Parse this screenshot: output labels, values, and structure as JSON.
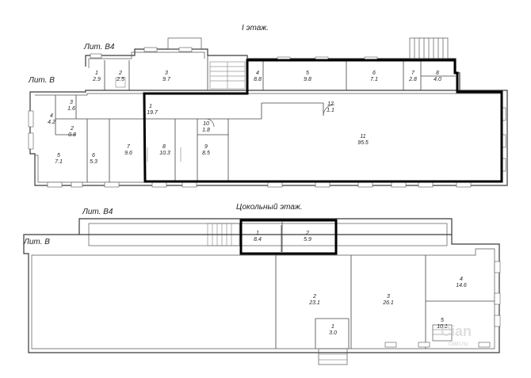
{
  "labels": {
    "first_floor": "I этаж.",
    "basement": "Цокольный этаж.",
    "lit_v4_top": "Лит. В4",
    "lit_v_top": "Лит. В",
    "lit_v4_bottom": "Лит. В4",
    "lit_v_bottom": "Лит. В"
  },
  "first_floor_rooms": [
    {
      "id": "1",
      "area": "2.9"
    },
    {
      "id": "2",
      "area": "2.5"
    },
    {
      "id": "3",
      "area": "9.7"
    },
    {
      "id": "4",
      "area": "8.8"
    },
    {
      "id": "5",
      "area": "9.8"
    },
    {
      "id": "6",
      "area": "7.1"
    },
    {
      "id": "7",
      "area": "2.8"
    },
    {
      "id": "8",
      "area": "4.0"
    },
    {
      "id": "3",
      "area": "1.6"
    },
    {
      "id": "4",
      "area": "4.2"
    },
    {
      "id": "2",
      "area": "0.8"
    },
    {
      "id": "1",
      "area": "19.7"
    },
    {
      "id": "10",
      "area": "1.8"
    },
    {
      "id": "12",
      "area": "1.1"
    },
    {
      "id": "11",
      "area": "95.5"
    },
    {
      "id": "5",
      "area": "7.1"
    },
    {
      "id": "6",
      "area": "5.3"
    },
    {
      "id": "7",
      "area": "9.6"
    },
    {
      "id": "8",
      "area": "10.3"
    },
    {
      "id": "9",
      "area": "8.5"
    }
  ],
  "basement_rooms": [
    {
      "id": "1",
      "area": "8.4"
    },
    {
      "id": "2",
      "area": "5.9"
    },
    {
      "id": "2",
      "area": "23.1"
    },
    {
      "id": "3",
      "area": "26.1"
    },
    {
      "id": "4",
      "area": "14.6"
    },
    {
      "id": "5",
      "area": "10.1"
    },
    {
      "id": "1",
      "area": "3.0"
    }
  ],
  "highlight_color": "#000000",
  "wall_color": "#3a3a3a",
  "watermark": {
    "main": "Cian",
    "sub": "cian.ru"
  }
}
